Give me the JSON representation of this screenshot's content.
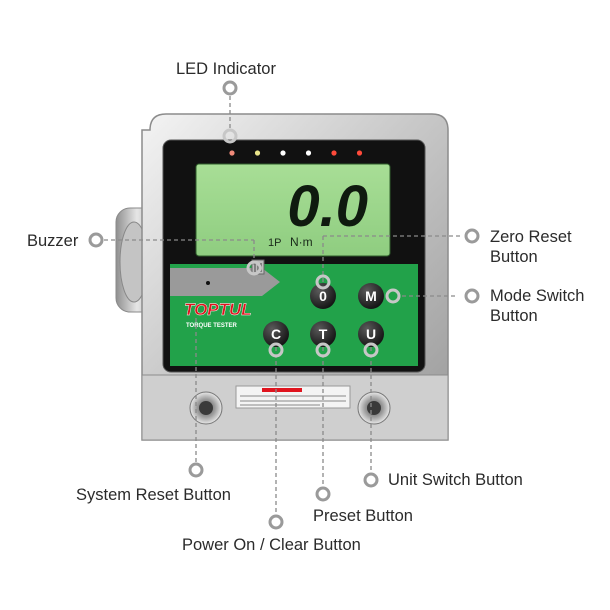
{
  "labels": {
    "led_indicator": "LED Indicator",
    "buzzer": "Buzzer",
    "zero_reset": [
      "Zero Reset",
      "Button"
    ],
    "mode_switch": [
      "Mode Switch",
      "Button"
    ],
    "unit_switch": "Unit Switch Button",
    "system_reset": "System Reset Button",
    "preset": "Preset Button",
    "power_clear": "Power On / Clear Button"
  },
  "device": {
    "display_value": "0.0",
    "display_status": "1P",
    "display_unit": "N·m",
    "brand": "TOPTUL",
    "brand_subtitle": "TORQUE TESTER",
    "buttons": {
      "zero": "0",
      "mode": "M",
      "clear": "C",
      "preset": "T",
      "unit": "U"
    },
    "led_colors": [
      "#f08a7a",
      "#e9e48a",
      "#ffffff",
      "#ffffff",
      "#ff4a3a",
      "#ff4a3a"
    ]
  },
  "colors": {
    "panel_green": "#22a24a",
    "lcd_green": "#9fd88e",
    "brand_red": "#e0141e",
    "leader": "#8a8a8a"
  }
}
